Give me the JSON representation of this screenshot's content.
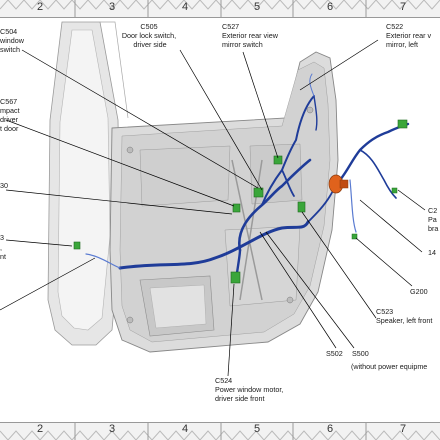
{
  "grid_numbers": [
    "2",
    "3",
    "4",
    "5",
    "6",
    "7"
  ],
  "labels": {
    "c504": [
      "C504",
      "window",
      "switch"
    ],
    "c505": [
      "C505",
      "Door lock switch,",
      "driver side"
    ],
    "c527": [
      "C527",
      "Exterior rear view",
      "mirror switch"
    ],
    "c522": [
      "C522",
      "Exterior rear v",
      "mirror, left"
    ],
    "c567": [
      "C567",
      "mpact",
      "driver",
      "t door"
    ],
    "left_30": [
      "30"
    ],
    "left_3": [
      "3"
    ],
    "left_misc": [
      ",",
      "nt"
    ],
    "c2_right": [
      "C2",
      "Pa",
      "bra"
    ],
    "n14": [
      "14"
    ],
    "g200": [
      "G200"
    ],
    "c523": [
      "C523",
      "Speaker, left front"
    ],
    "s502": [
      "S502"
    ],
    "s500": [
      "S500"
    ],
    "s500_note": [
      "(without power equipme"
    ],
    "c524": [
      "C524",
      "Power window motor,",
      "driver side front"
    ]
  },
  "colors": {
    "harness": "#1f3c99",
    "leader": "#000000",
    "connector": "#3aa63a",
    "grommet": "#e0621c",
    "door_panel": "#dedede"
  }
}
